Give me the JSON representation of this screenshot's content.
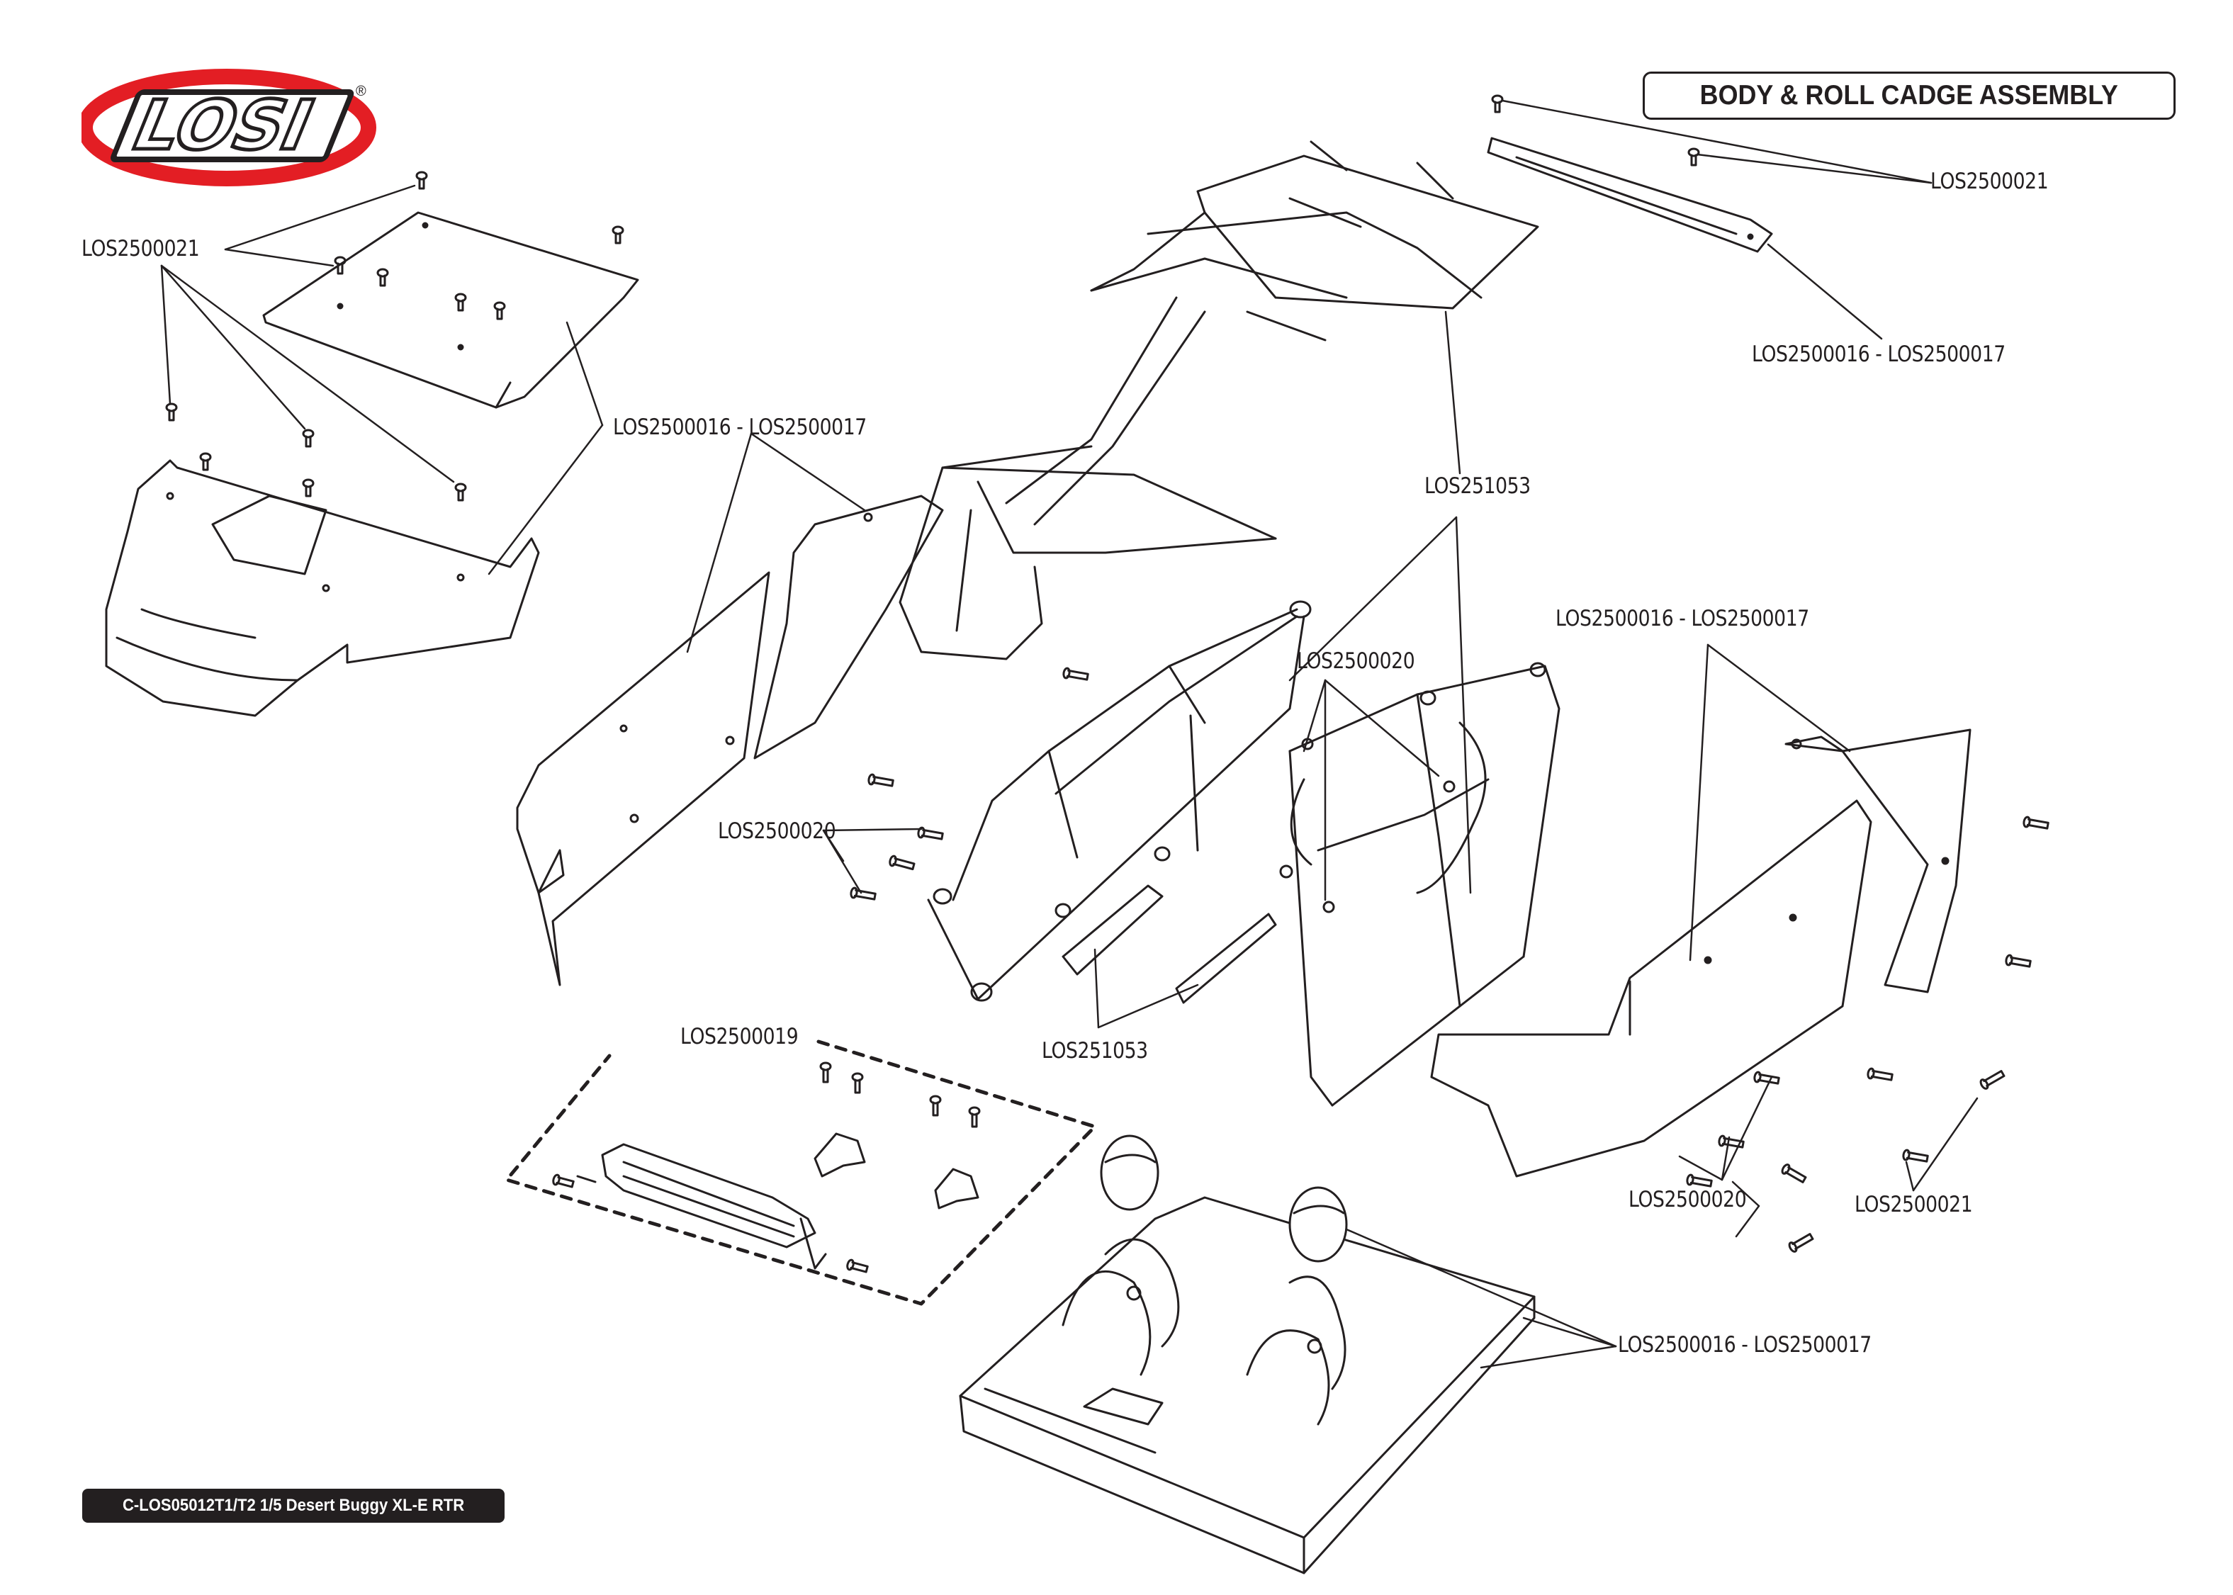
{
  "header": {
    "brand": "LOSI",
    "registered_mark": "®",
    "title": "BODY & ROLL CADGE ASSEMBLY"
  },
  "footer": {
    "model": "C-LOS05012T1/T2 1/5 Desert Buggy XL-E RTR"
  },
  "colors": {
    "brand_red": "#e31e24",
    "ink": "#231f20",
    "background": "#ffffff"
  },
  "callouts": [
    {
      "id": "top-right-screws",
      "text": "LOS2500021"
    },
    {
      "id": "top-right-panel",
      "text": "LOS2500016 - LOS2500017"
    },
    {
      "id": "top-left-screws",
      "text": "LOS2500021"
    },
    {
      "id": "left-panels",
      "text": "LOS2500016 - LOS2500017"
    },
    {
      "id": "cage-main",
      "text": "LOS251053"
    },
    {
      "id": "right-panels",
      "text": "LOS2500016 - LOS2500017"
    },
    {
      "id": "cage-nuts",
      "text": "LOS2500020"
    },
    {
      "id": "left-pins",
      "text": "LOS2500020"
    },
    {
      "id": "light-bar-kit",
      "text": "LOS2500019"
    },
    {
      "id": "cage-brackets",
      "text": "LOS251053"
    },
    {
      "id": "right-pins",
      "text": "LOS2500020"
    },
    {
      "id": "right-screws",
      "text": "LOS2500021"
    },
    {
      "id": "interior",
      "text": "LOS2500016 - LOS2500017"
    }
  ]
}
